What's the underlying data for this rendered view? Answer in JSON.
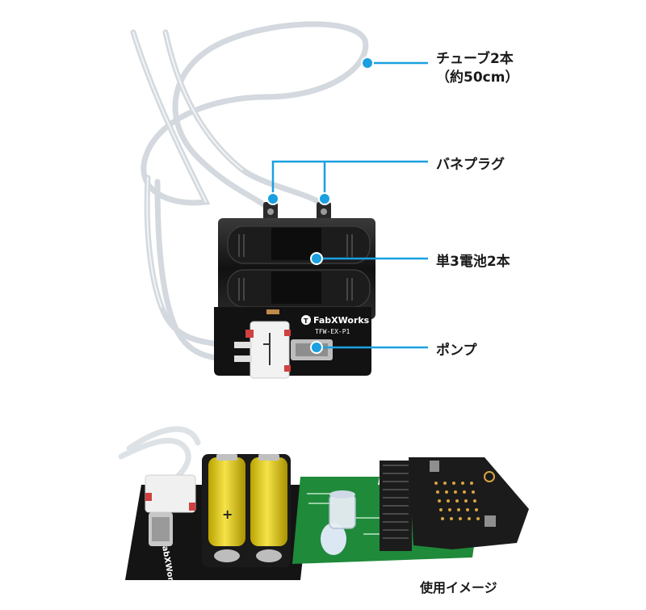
{
  "callouts": {
    "tube_line1": "チューブ2本",
    "tube_line2": "（約50cm）",
    "spring_plug": "バネプラグ",
    "batteries": "単3電池2本",
    "pump": "ポンプ"
  },
  "board_text": {
    "brand": "FabXWorks",
    "model": "TFW-EX-P1"
  },
  "caption": "使用イメージ",
  "colors": {
    "callout_blue": "#1aa0e0",
    "board_black": "#141414",
    "pcb_green": "#1f8a3a",
    "battery_yellow": "#e8d000",
    "microbit_black": "#1b1b1b"
  }
}
